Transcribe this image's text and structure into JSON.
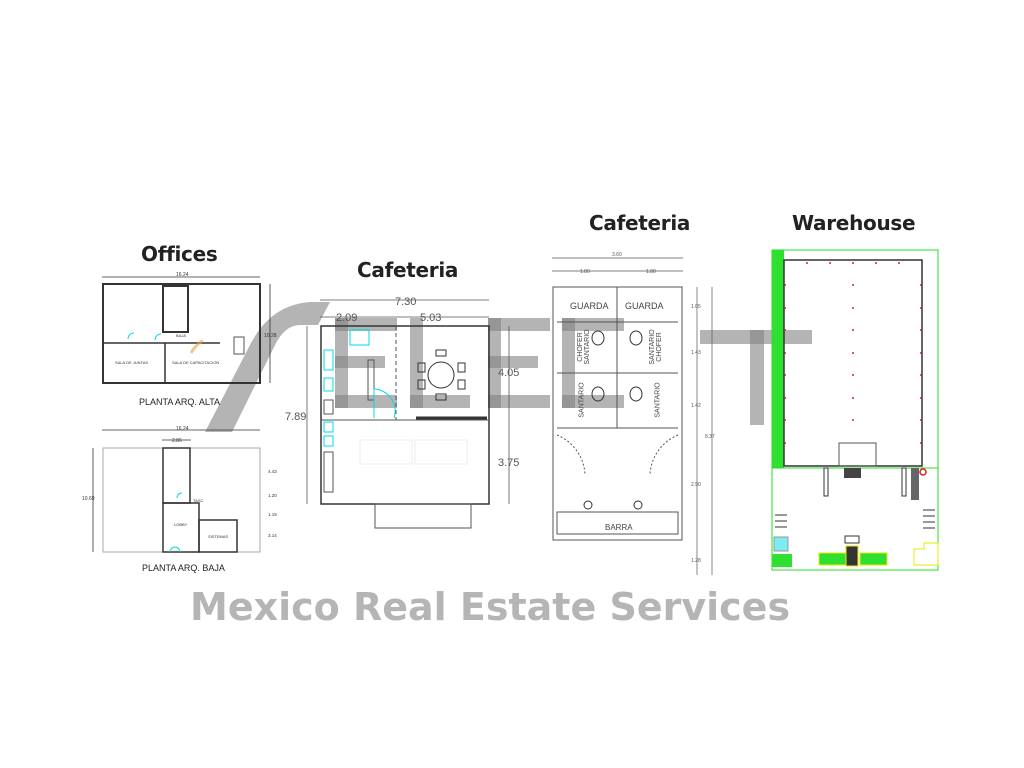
{
  "titles": {
    "offices": "Offices",
    "cafeteria_1": "Cafeteria",
    "cafeteria_2": "Cafeteria",
    "warehouse": "Warehouse"
  },
  "offices": {
    "upper": {
      "caption": "PLANTA ARQ.  ALTA",
      "width_dim": "16.24",
      "height_dim": "10.28",
      "rooms": [
        "SALA DE JUNTAS",
        "SALA DE CAPACITACION",
        "BAJA"
      ]
    },
    "lower": {
      "caption": "PLANTA ARQ.  BAJA",
      "width_dim": "16.24",
      "height_dim": "10.69",
      "core_dim": "2.86",
      "side_dims": [
        "4.43",
        "1.20",
        "1.19",
        "3.14"
      ],
      "rooms": [
        "LOBBY",
        "SISTEMAS",
        "TASC"
      ]
    }
  },
  "cafeteria_1": {
    "total_width": "7.30",
    "left_width": "2.09",
    "right_width": "5.03",
    "total_height": "7.89",
    "upper_height": "4.05",
    "lower_height": "3.75"
  },
  "cafeteria_2": {
    "total_width": "3.60",
    "half_widths": [
      "1.80",
      "1.80"
    ],
    "total_height": "8.37",
    "row_dims": [
      "1.05",
      "1.43",
      "1.42",
      "2.90",
      "1.28"
    ],
    "rooms": {
      "guarda_left": "GUARDA",
      "guarda_right": "GUARDA",
      "wc_tl": "CHOFER SANTARIO",
      "wc_tr": "SANTARIO CHOFER",
      "wc_bl": "SANTARIO",
      "wc_br": "SANTARIO",
      "bar": "BARRA"
    }
  },
  "watermark": {
    "logo": "SELECT",
    "tagline": "Mexico Real Estate Services"
  },
  "colors": {
    "cyan": "#00d8e8",
    "green": "#22e022",
    "red": "#e02020",
    "yellow": "#e8e800"
  }
}
